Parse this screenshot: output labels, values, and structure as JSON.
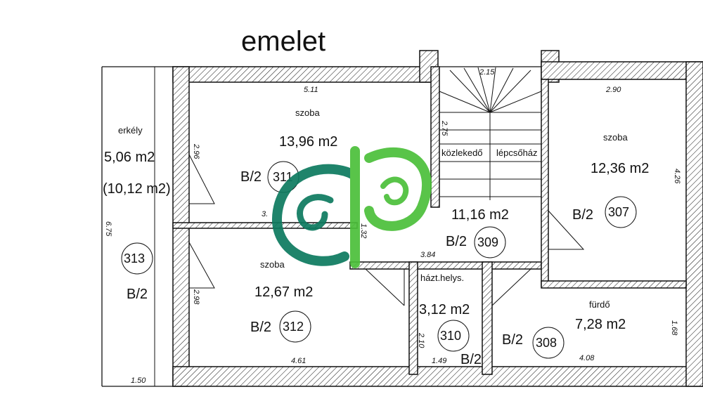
{
  "title": "emelet",
  "rooms": {
    "r313": {
      "name": "erkély",
      "area": "5,06 m2",
      "area2": "(10,12 m2)",
      "number": "313",
      "code": "B/2"
    },
    "r311": {
      "name": "szoba",
      "area": "13,96 m2",
      "number": "311",
      "code": "B/2"
    },
    "r312": {
      "name": "szoba",
      "area": "12,67 m2",
      "number": "312",
      "code": "B/2"
    },
    "r309": {
      "name": "közlekedő",
      "name2": "lépcsőház",
      "area": "11,16 m2",
      "number": "309",
      "code": "B/2"
    },
    "r310": {
      "name": "házt.helys.",
      "area": "3,12 m2",
      "number": "310",
      "code": "B/2"
    },
    "r307": {
      "name": "szoba",
      "area": "12,36 m2",
      "number": "307",
      "code": "B/2"
    },
    "r308": {
      "name": "fürdő",
      "area": "7,28 m2",
      "number": "308",
      "code": "B/2"
    }
  },
  "dimensions": {
    "d511": "5.11",
    "d215": "2.15",
    "d290": "2.90",
    "d296": "2.96",
    "d275": "2.75",
    "d426": "4.26",
    "d675": "6.75",
    "d3x": "3.",
    "d132": "1.32",
    "d384": "3.84",
    "d298": "2.98",
    "d210": "2.10",
    "d168": "1.68",
    "d461": "4.61",
    "d149": "1.49",
    "d408": "4.08",
    "d150": "1.50"
  },
  "logo": {
    "name": "cp",
    "colors": {
      "dark": "#0d7a5f",
      "light": "#4cbf3a"
    }
  },
  "colors": {
    "wall_line": "#111111",
    "background": "#ffffff"
  }
}
